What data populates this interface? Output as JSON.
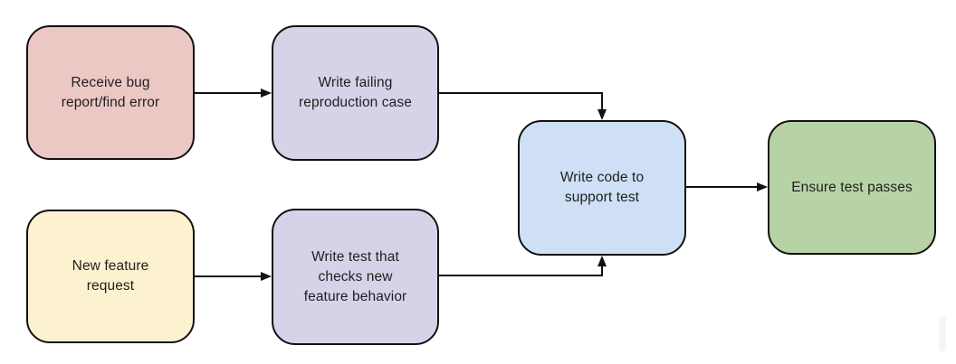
{
  "diagram": {
    "type": "flowchart",
    "background": "#ffffff",
    "nodes": [
      {
        "id": "receive-bug-report",
        "label": "Receive bug\nreport/find error",
        "fill": "#ecc8c5",
        "stroke": "#111111"
      },
      {
        "id": "write-failing-reproduction-case",
        "label": "Write failing\nreproduction case",
        "fill": "#d8d2e8",
        "stroke": "#111111"
      },
      {
        "id": "new-feature-request",
        "label": "New feature\nrequest",
        "fill": "#fcf2cf",
        "stroke": "#111111"
      },
      {
        "id": "write-test-checks-new-feature",
        "label": "Write test that\nchecks new\nfeature behavior",
        "fill": "#d8d2e8",
        "stroke": "#111111"
      },
      {
        "id": "write-code-to-support-test",
        "label": "Write code to\nsupport test",
        "fill": "#cfdff5",
        "stroke": "#111111"
      },
      {
        "id": "ensure-test-passes",
        "label": "Ensure test passes",
        "fill": "#b7d3a6",
        "stroke": "#111111"
      }
    ],
    "edges": [
      {
        "from": "receive-bug-report",
        "to": "write-failing-reproduction-case"
      },
      {
        "from": "write-failing-reproduction-case",
        "to": "write-code-to-support-test"
      },
      {
        "from": "new-feature-request",
        "to": "write-test-checks-new-feature"
      },
      {
        "from": "write-test-checks-new-feature",
        "to": "write-code-to-support-test"
      },
      {
        "from": "write-code-to-support-test",
        "to": "ensure-test-passes"
      }
    ],
    "colors": {
      "line": "#111111",
      "text": "#1f1f1f"
    }
  }
}
